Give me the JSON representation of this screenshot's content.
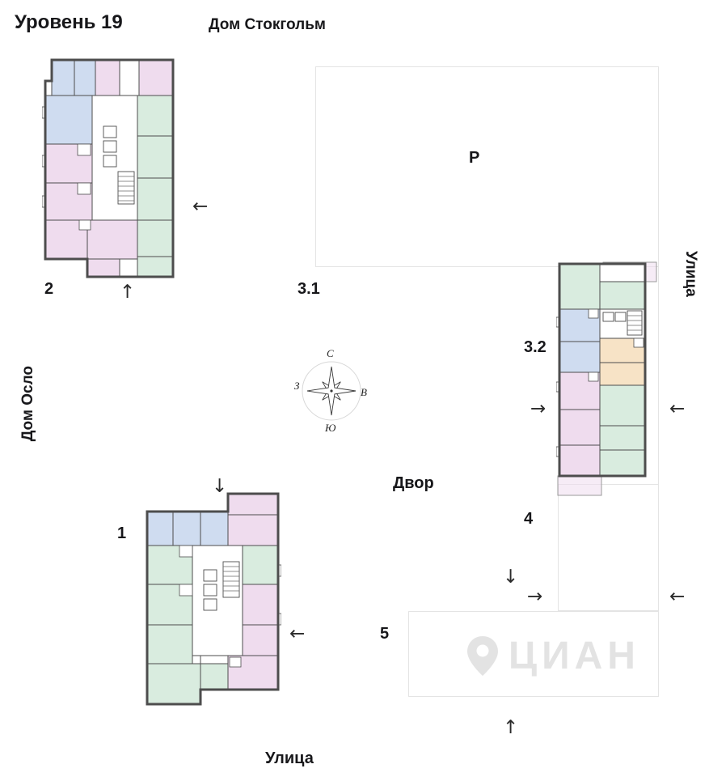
{
  "header": {
    "level_title": "Уровень 19"
  },
  "surroundings": {
    "house_top": "Дом Стокгольм",
    "house_left": "Дом Осло",
    "street_right": "Улица",
    "street_bottom": "Улица",
    "courtyard": "Двор",
    "parking": "Р"
  },
  "markers": {
    "building_2": "2",
    "building_3_1": "3.1",
    "building_3_2": "3.2",
    "building_1": "1",
    "area_4": "4",
    "area_5": "5"
  },
  "compass": {
    "n": "С",
    "e": "В",
    "s": "Ю",
    "w": "З"
  },
  "icons": {
    "arrow_left": "←",
    "arrow_right": "→",
    "arrow_up": "↑",
    "arrow_down": "↓"
  },
  "watermark": {
    "brand": "ЦИАН"
  },
  "colors": {
    "unit_blue": "#cfdcf0",
    "unit_pink": "#efdcee",
    "unit_green": "#d9ecdf",
    "unit_orange": "#f7e3c6",
    "walls": "#4d4d4d",
    "outline": "#e4e4e4",
    "text": "#17171a",
    "watermark": "#e3e3e3"
  }
}
